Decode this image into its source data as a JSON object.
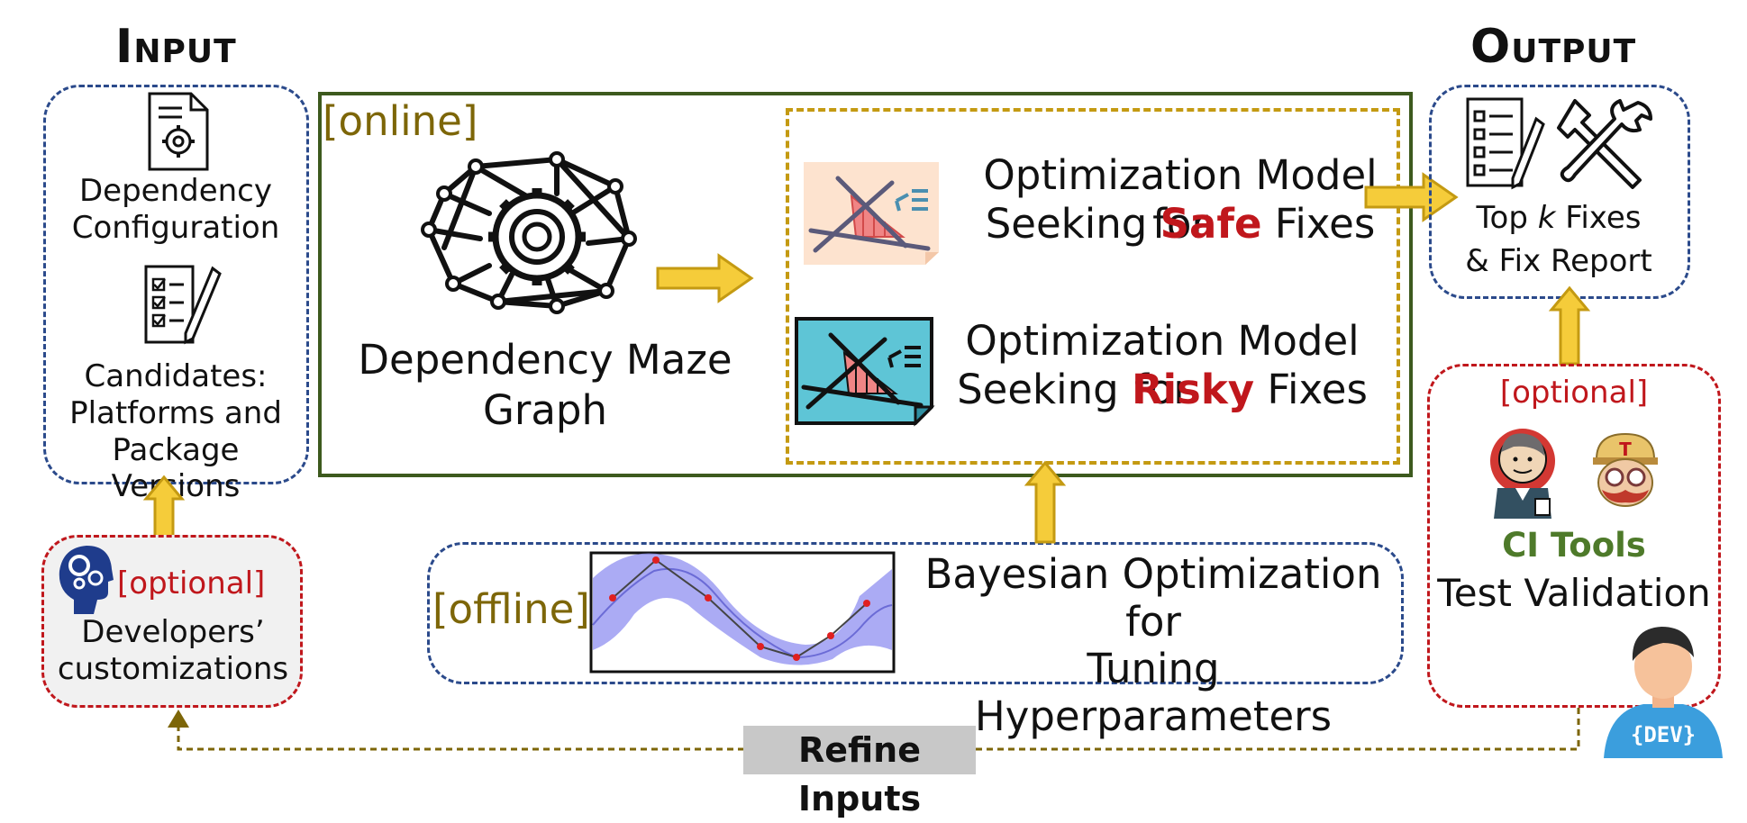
{
  "input": {
    "title": "Input",
    "dep_config": "Dependency\nConfiguration",
    "candidates": "Candidates:\nPlatforms and\nPackage Versions"
  },
  "output": {
    "title": "Output",
    "top_k_pre": "Top ",
    "top_k_var": "k",
    "top_k_post": " Fixes",
    "fix_report": "& Fix Report"
  },
  "online": {
    "tag": "[online]",
    "maze_graph": "Dependency Maze\nGraph",
    "safe_line1": "Optimization Model for",
    "safe_pre": "Seeking ",
    "safe_word": "Safe",
    "safe_post": " Fixes",
    "risky_line1": "Optimization Model for",
    "risky_pre": "Seeking ",
    "risky_word": "Risky",
    "risky_post": " Fixes"
  },
  "offline": {
    "tag": "[offline]",
    "bayes": "Bayesian Optimization for\nTuning Hyperparameters"
  },
  "developers": {
    "tag": "[optional]",
    "text": "Developers’\ncustomizations"
  },
  "ci": {
    "tag": "[optional]",
    "tools": "CI Tools",
    "validation": "Test Validation",
    "dev_badge": "{DEV}"
  },
  "refine": {
    "label": "Refine Inputs"
  },
  "colors": {
    "blue": "#2b4a8b",
    "red": "#c0171c",
    "green_frame": "#3d5a1e",
    "gold_dash": "#c49a12",
    "olive_text": "#7d6608",
    "arrow_fill": "#f5cc3a",
    "ci_green": "#4e7a2a"
  }
}
